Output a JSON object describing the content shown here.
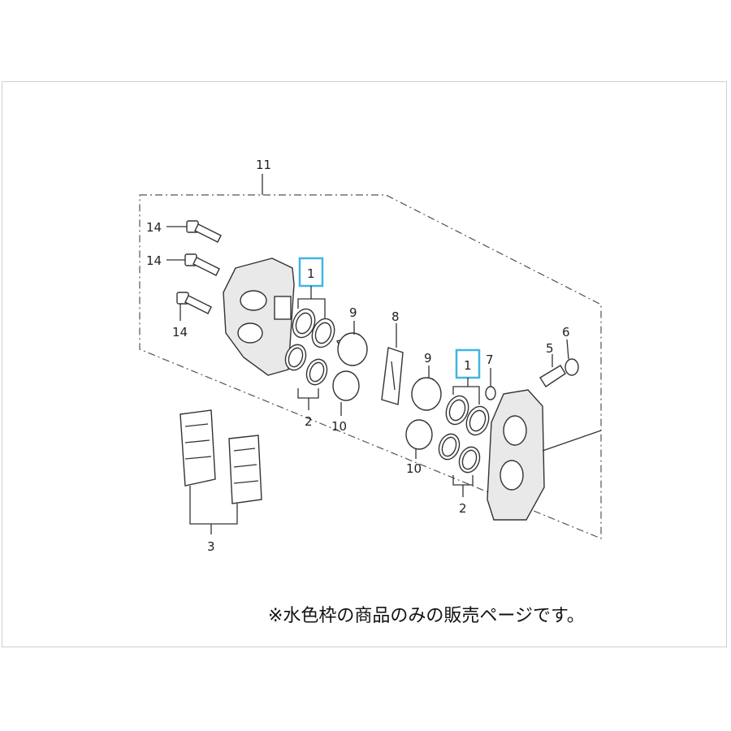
{
  "diagram": {
    "callouts": {
      "c11": "11",
      "c14a": "14",
      "c14b": "14",
      "c14c": "14",
      "c1a": "1",
      "c1b": "1",
      "c2a": "2",
      "c2b": "2",
      "c3": "3",
      "c5": "5",
      "c6": "6",
      "c7": "7",
      "c8": "8",
      "c9a": "9",
      "c9b": "9",
      "c10a": "10",
      "c10b": "10"
    },
    "highlight_color": "#3fb6e0"
  },
  "notice": "※水色枠の商品のみの販売ページです。"
}
